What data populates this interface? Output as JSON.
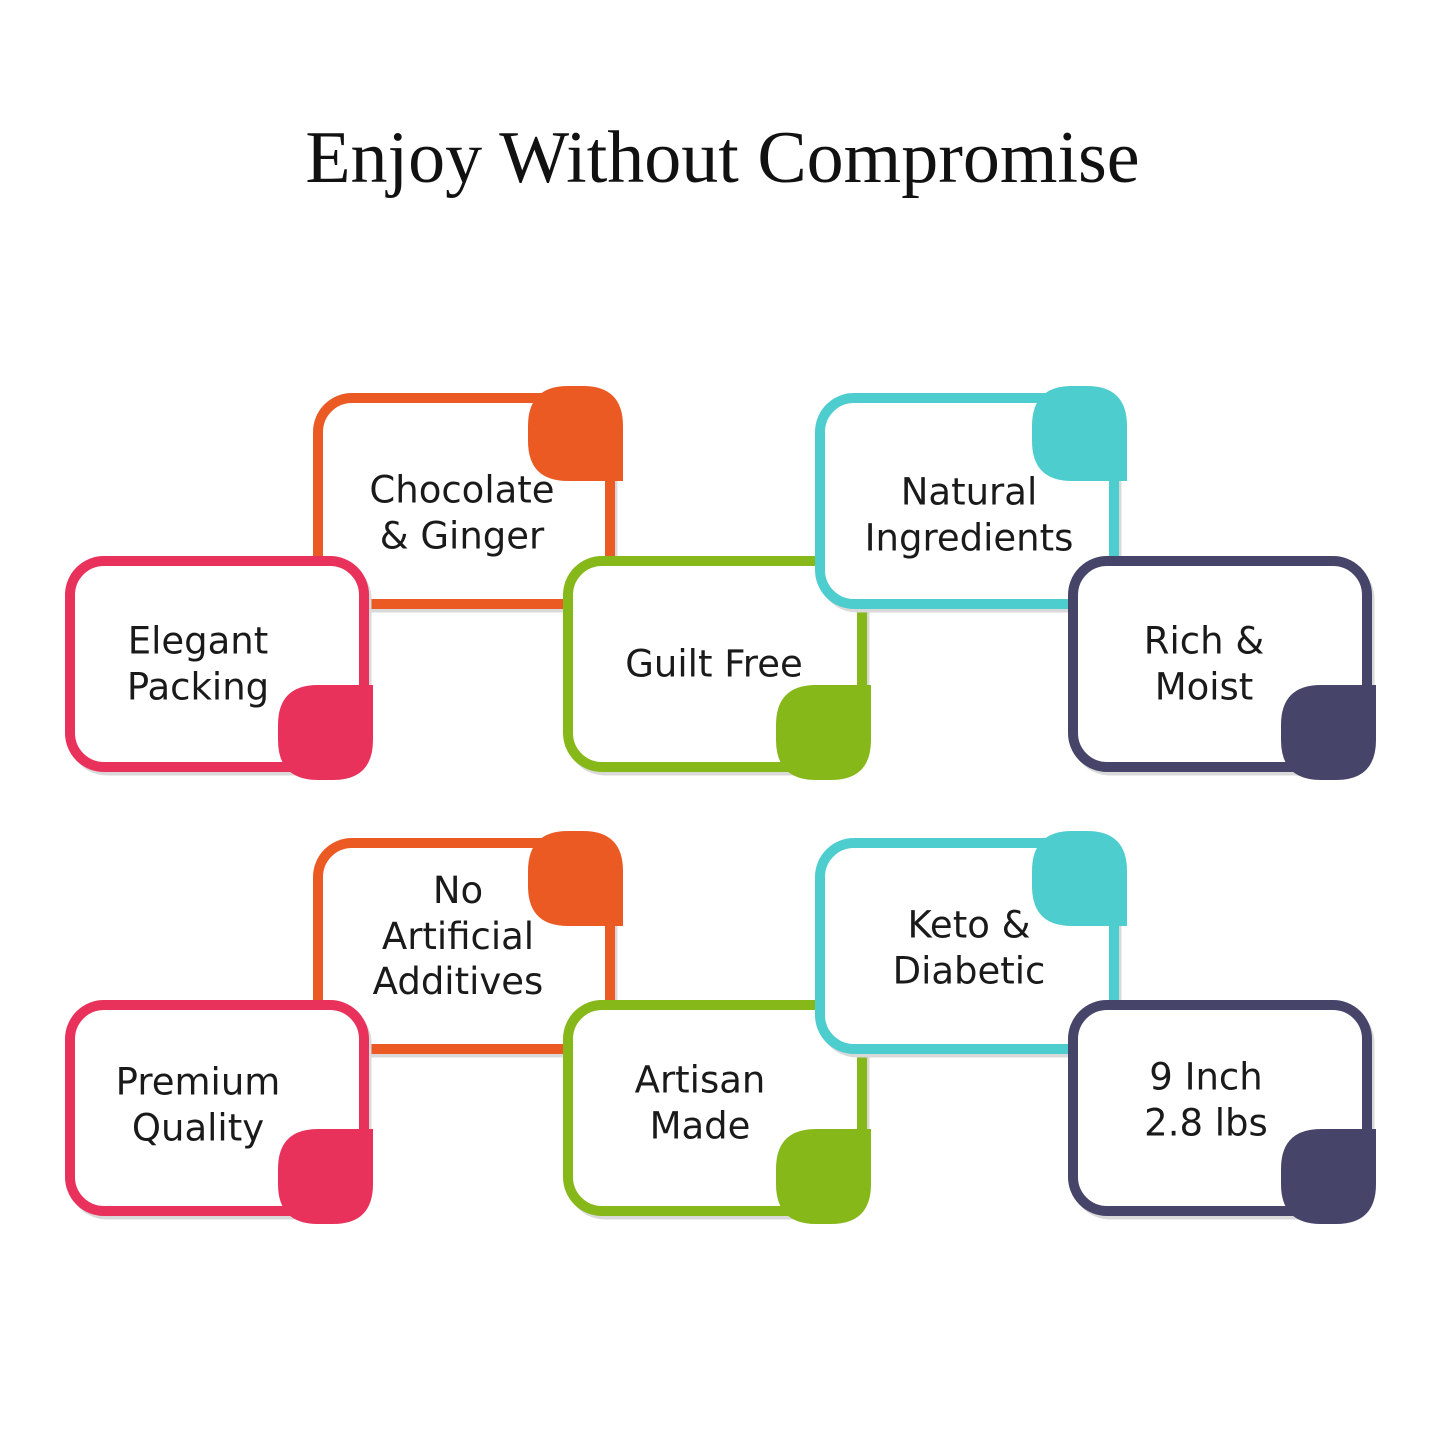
{
  "title": "Enjoy Without Compromise",
  "colors": {
    "orange": "#EC5A24",
    "pink": "#E8315B",
    "green": "#86B81A",
    "teal": "#4ECDCF",
    "navy": "#464469"
  },
  "cards": [
    {
      "id": "chocolate-ginger",
      "color": "orange",
      "lines": [
        "Chocolate",
        "& Ginger"
      ]
    },
    {
      "id": "elegant-packing",
      "color": "pink",
      "lines": [
        "Elegant",
        "Packing"
      ]
    },
    {
      "id": "guilt-free",
      "color": "green",
      "lines": [
        "Guilt Free"
      ]
    },
    {
      "id": "natural-ingredients",
      "color": "teal",
      "lines": [
        "Natural",
        "Ingredients"
      ]
    },
    {
      "id": "rich-moist",
      "color": "navy",
      "lines": [
        "Rich &",
        "Moist"
      ]
    },
    {
      "id": "no-artificial-additives",
      "color": "orange",
      "lines": [
        "No",
        "Artificial",
        "Additives"
      ]
    },
    {
      "id": "premium-quality",
      "color": "pink",
      "lines": [
        "Premium",
        "Quality"
      ]
    },
    {
      "id": "artisan-made",
      "color": "green",
      "lines": [
        "Artisan",
        "Made"
      ]
    },
    {
      "id": "keto-diabetic",
      "color": "teal",
      "lines": [
        "Keto &",
        "Diabetic"
      ]
    },
    {
      "id": "9-inch-2-8-lbs",
      "color": "navy",
      "lines": [
        "9 Inch",
        "2.8 lbs"
      ]
    }
  ]
}
